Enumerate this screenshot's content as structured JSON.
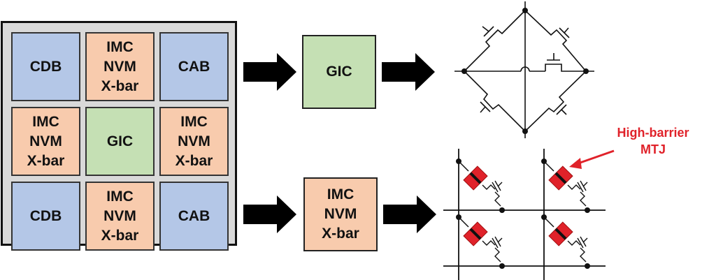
{
  "chip_grid": {
    "blocks": [
      {
        "label": "CDB",
        "type": "blue"
      },
      {
        "label": "IMC\nNVM\nX-bar",
        "type": "orange"
      },
      {
        "label": "CAB",
        "type": "blue"
      },
      {
        "label": "IMC\nNVM\nX-bar",
        "type": "orange"
      },
      {
        "label": "GIC",
        "type": "green"
      },
      {
        "label": "IMC\nNVM\nX-bar",
        "type": "orange"
      },
      {
        "label": "CDB",
        "type": "blue"
      },
      {
        "label": "IMC\nNVM\nX-bar",
        "type": "orange"
      },
      {
        "label": "CAB",
        "type": "blue"
      }
    ]
  },
  "top_flow": {
    "block_label": "GIC",
    "circuit": "gic-bridge-schematic"
  },
  "bottom_flow": {
    "block_label": "IMC\nNVM\nX-bar",
    "circuit": "mtj-crossbar-schematic"
  },
  "annotation": {
    "label": "High-barrier\nMTJ"
  },
  "colors": {
    "cdb_cab": "#b4c7e7",
    "imc": "#f8cbad",
    "gic": "#c5e0b4",
    "chip_bg": "#d9d9d9",
    "mtj": "#e0222a",
    "annotation": "#e0222a"
  }
}
